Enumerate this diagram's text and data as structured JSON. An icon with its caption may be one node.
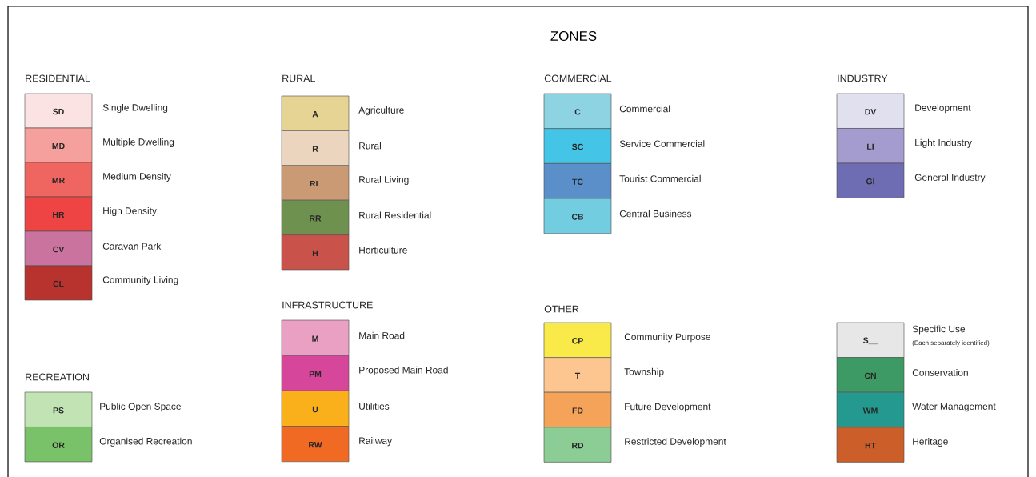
{
  "diagram": {
    "title": "ZONES",
    "labels": [
      "RESIDENTIAL",
      "RURAL",
      "COMMERCIAL",
      "INDUSTRY",
      "INFRASTRUCTURE",
      "OTHER",
      "RECREATION",
      "SD",
      "MD",
      "MR",
      "HR",
      "CV",
      "CL",
      "A",
      "R",
      "RL",
      "RR",
      "H",
      "C",
      "SC",
      "TC",
      "CB",
      "DV",
      "LI",
      "GI",
      "M",
      "PM",
      "U",
      "RW",
      "CP",
      "T",
      "FD",
      "RD",
      "PS",
      "OR",
      "S__",
      "CN",
      "WM",
      "HT",
      "(Each separately identified)"
    ],
    "legend": [
      {
        "text": "Single Dwelling",
        "color": "#fce3e3"
      },
      {
        "text": "Multiple Dwelling",
        "color": "#f5a09c"
      },
      {
        "text": "Medium Density",
        "color": "#ef6560"
      },
      {
        "text": "High Density",
        "color": "#ee4444"
      },
      {
        "text": "Caravan Park",
        "color": "#c9739e"
      },
      {
        "text": "Community Living",
        "color": "#b9332e"
      },
      {
        "text": "Agriculture",
        "color": "#e6d494"
      },
      {
        "text": "Rural",
        "color": "#ecd5bf"
      },
      {
        "text": "Rural Living",
        "color": "#c99a73"
      },
      {
        "text": "Rural Residential",
        "color": "#6f9150"
      },
      {
        "text": "Horticulture",
        "color": "#c9534a"
      },
      {
        "text": "Commercial",
        "color": "#8dd3e2"
      },
      {
        "text": "Service Commercial",
        "color": "#44c4e6"
      },
      {
        "text": "Tourist Commercial",
        "color": "#5a8fc9"
      },
      {
        "text": "Central Business",
        "color": "#72cde0"
      },
      {
        "text": "Development",
        "color": "#e1e0ef"
      },
      {
        "text": "Light Industry",
        "color": "#a49bcf"
      },
      {
        "text": "General Industry",
        "color": "#6e6cb2"
      },
      {
        "text": "Main Road",
        "color": "#e9a0c3"
      },
      {
        "text": "Proposed Main Road",
        "color": "#d6469a"
      },
      {
        "text": "Utilities",
        "color": "#f9b01a"
      },
      {
        "text": "Railway",
        "color": "#f06a24"
      },
      {
        "text": "Community Purpose",
        "color": "#f9ea4a"
      },
      {
        "text": "Township",
        "color": "#fdc58f"
      },
      {
        "text": "Future Development",
        "color": "#f6a35a"
      },
      {
        "text": "Restricted Development",
        "color": "#8ccc95"
      },
      {
        "text": "Public Open Space",
        "color": "#c2e4b4"
      },
      {
        "text": "Organised Recreation",
        "color": "#79c26a"
      },
      {
        "text": "Specific Use",
        "color": "#e6e7e6"
      },
      {
        "text": "Conservation",
        "color": "#3e9a64"
      },
      {
        "text": "Water Management",
        "color": "#24998f"
      },
      {
        "text": "Heritage",
        "color": "#cc5e29"
      }
    ]
  }
}
